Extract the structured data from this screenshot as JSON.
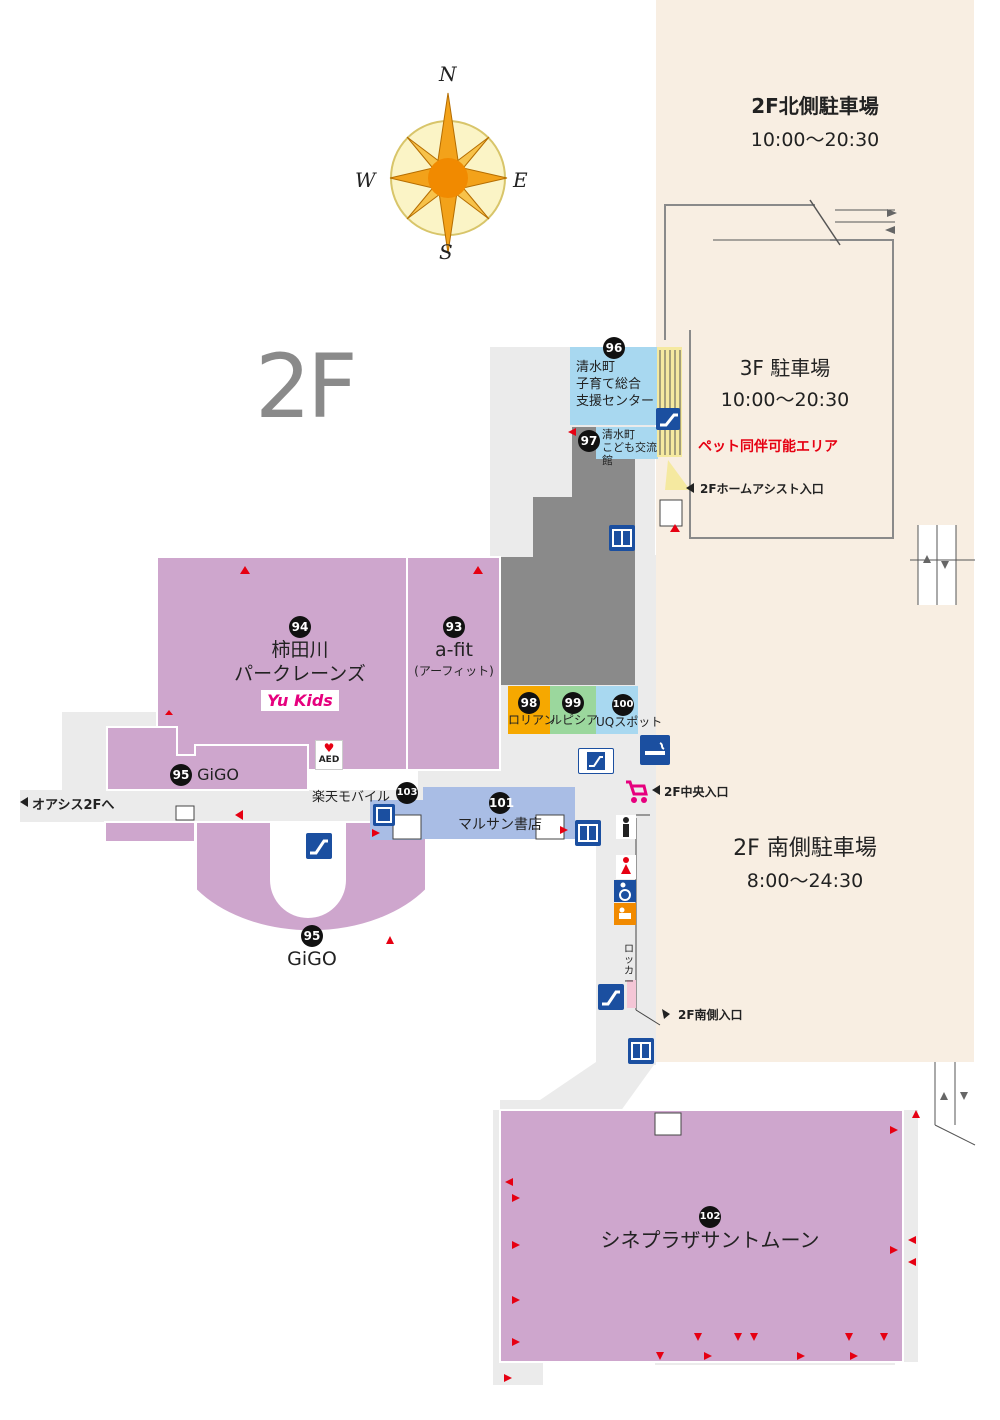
{
  "floor_label": "2F",
  "compass": {
    "n": "N",
    "s": "S",
    "e": "E",
    "w": "W"
  },
  "parking": {
    "north": {
      "name": "2F北側駐車場",
      "hours": "10:00～20:30"
    },
    "third": {
      "name": "3F 駐車場",
      "hours": "10:00～20:30"
    },
    "south": {
      "name": "2F 南側駐車場",
      "hours": "8:00～24:30"
    }
  },
  "stores": {
    "s93": {
      "num": "93",
      "name": "a-fit",
      "sub": "(アーフィット)"
    },
    "s94": {
      "num": "94",
      "name1": "柿田川",
      "name2": "パークレーンズ",
      "logo": "Yu Kids"
    },
    "s95a": {
      "num": "95",
      "name": "GiGO"
    },
    "s95b": {
      "num": "95",
      "name": "GiGO"
    },
    "s96": {
      "num": "96",
      "l1": "清水町",
      "l2": "子育て総合",
      "l3": "支援センター"
    },
    "s97": {
      "num": "97",
      "l1": "清水町",
      "l2": "こども交流館"
    },
    "s98": {
      "num": "98",
      "name": "ロリアン"
    },
    "s99": {
      "num": "99",
      "name": "ルピシア"
    },
    "s100": {
      "num": "100",
      "name": "UQスポット"
    },
    "s101": {
      "num": "101",
      "name": "マルサン書店"
    },
    "s102": {
      "num": "102",
      "name": "シネプラザサントムーン"
    },
    "s103": {
      "num": "103",
      "name": "楽天モバイル"
    }
  },
  "notes": {
    "pet_area": "ペット同伴可能エリア",
    "home_assist": "2Fホームアシスト入口",
    "central_entrance": "2F中央入口",
    "south_entrance": "2F南側入口",
    "oasis": "オアシス2Fへ",
    "locker": "ロッカー",
    "aed": "AED"
  },
  "colors": {
    "parking": "#f8eee2",
    "store": "#cea6cd",
    "corridor": "#ebebeb",
    "dark_area": "#8a8a8a",
    "service": "#a8d8f0",
    "blue_icon": "#1b4fa0",
    "accent_red": "#e60012"
  }
}
